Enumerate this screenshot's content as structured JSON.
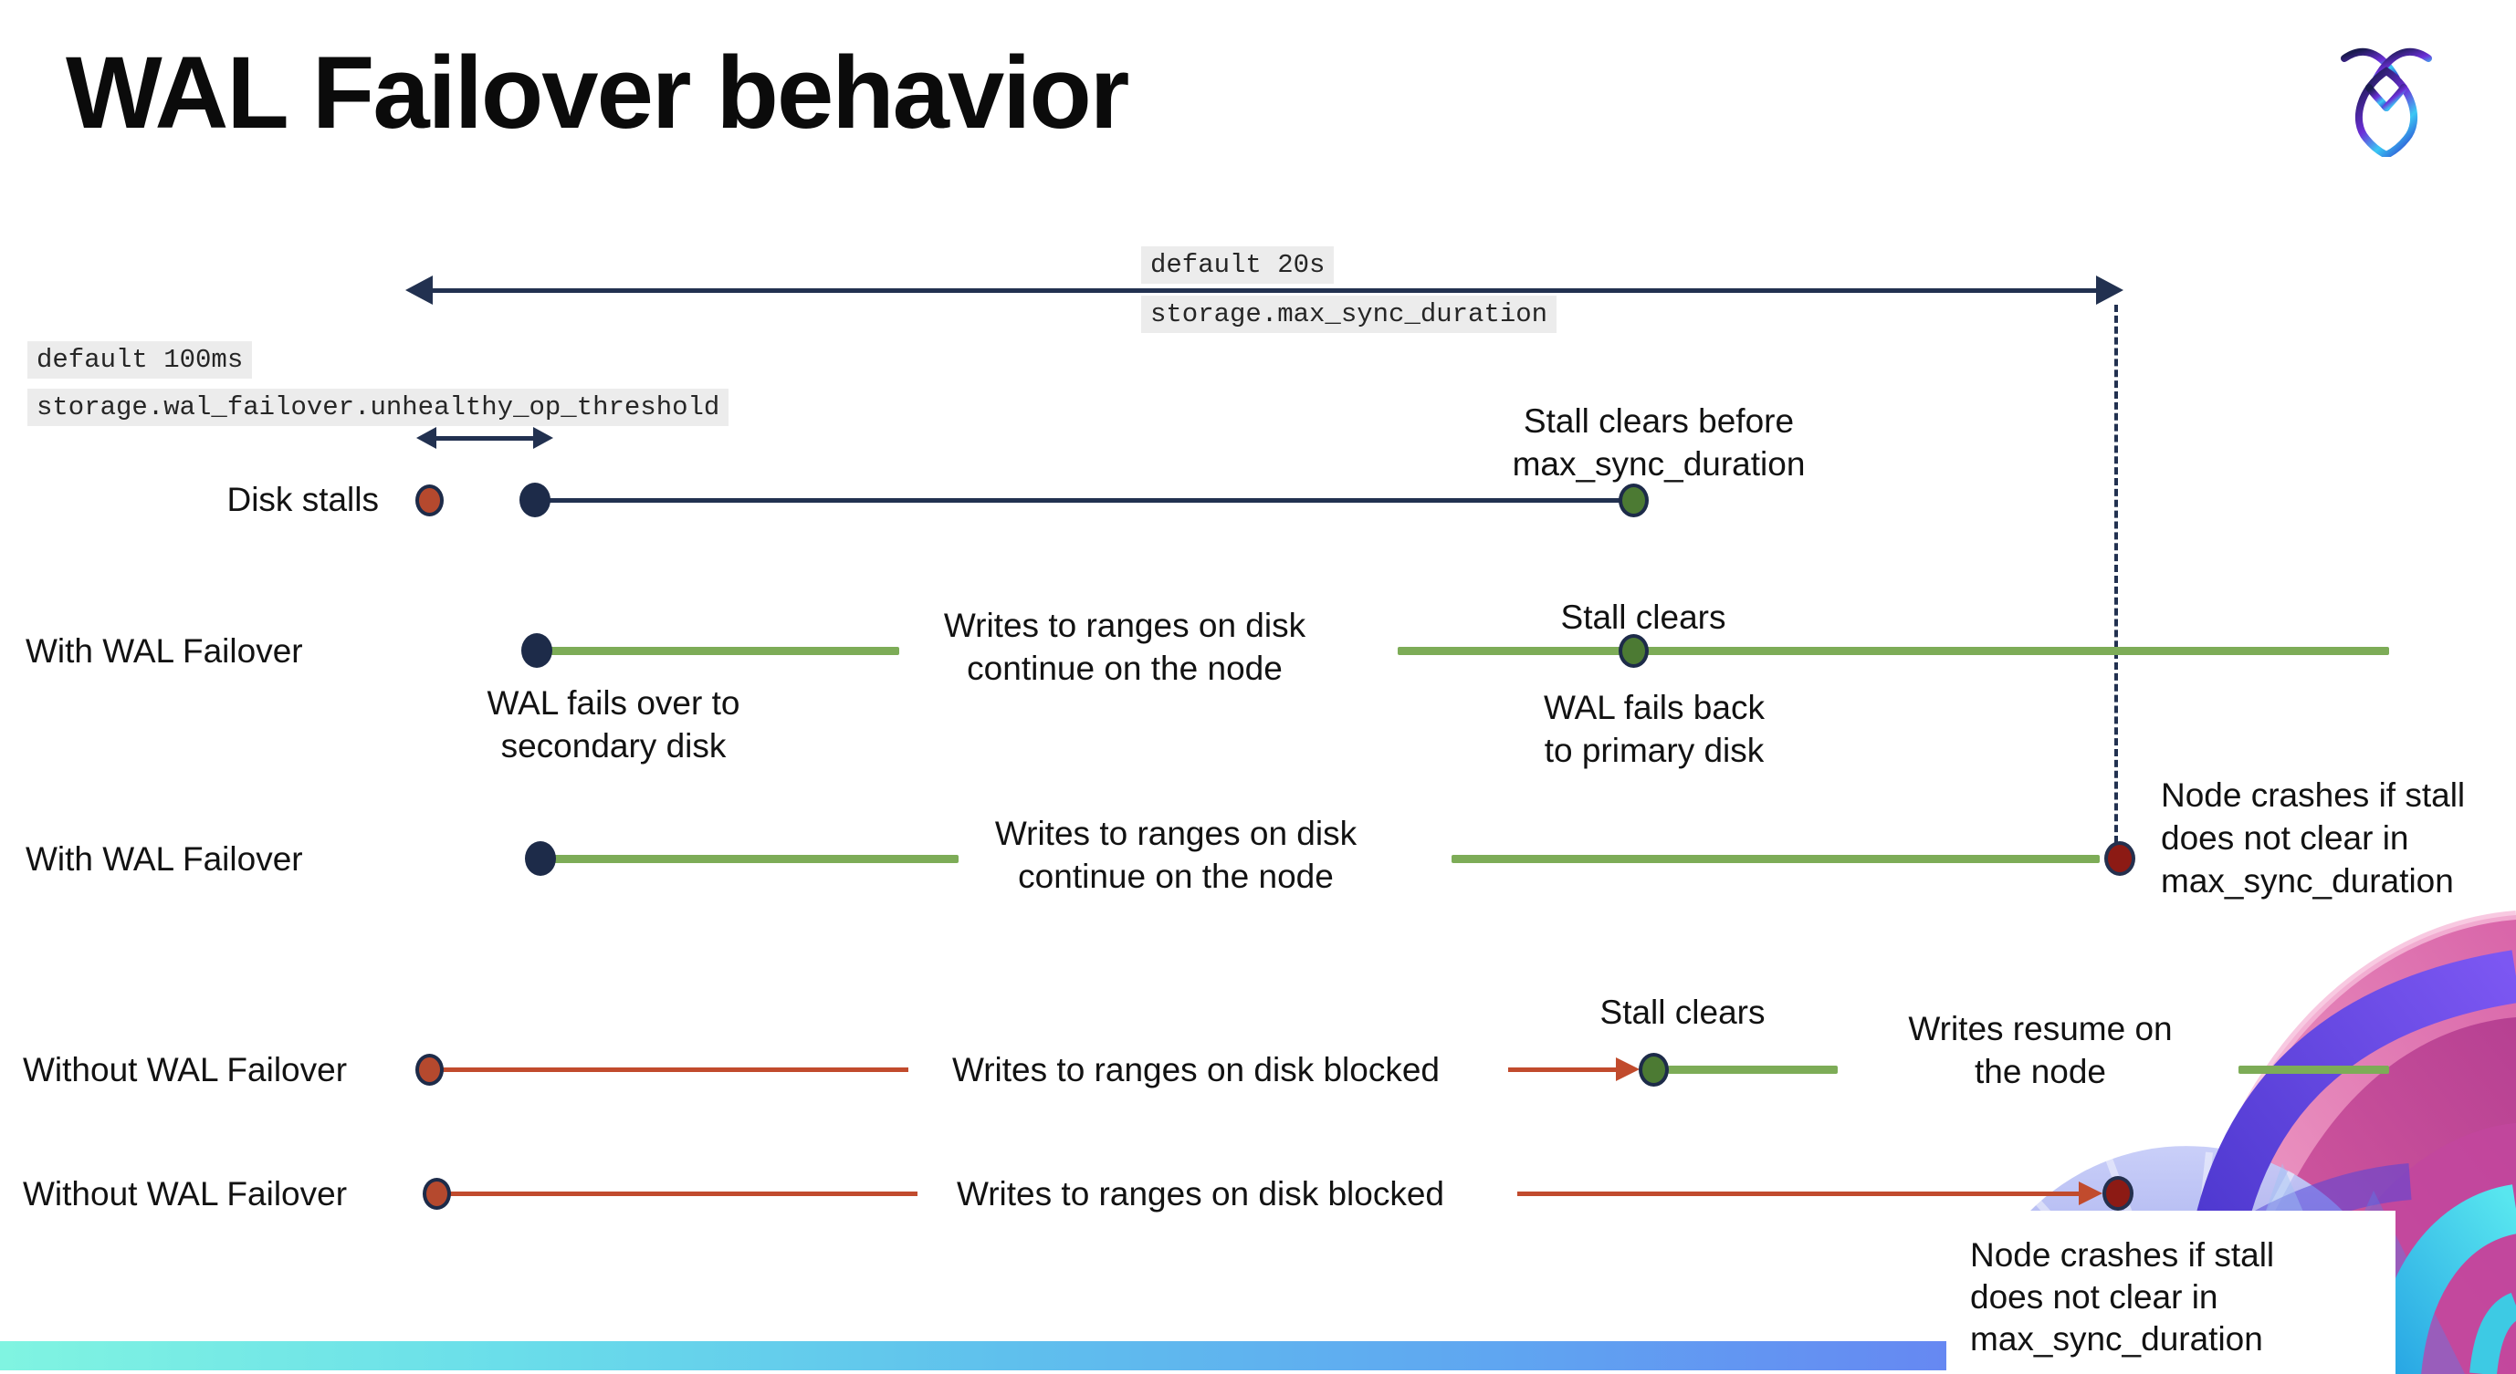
{
  "slide": {
    "title": "WAL Failover behavior"
  },
  "params": {
    "max_sync": {
      "default": "default 20s",
      "setting": "storage.max_sync_duration"
    },
    "unhealthy": {
      "default": "default 100ms",
      "setting": "storage.wal_failover.unhealthy_op_threshold"
    }
  },
  "row_labels": {
    "disk_stalls": "Disk stalls",
    "with_wal": "With WAL Failover",
    "without_wal": "Without WAL Failover"
  },
  "annotations": {
    "stall_clears_before_1": "Stall clears before",
    "stall_clears_before_2": "max_sync_duration",
    "stall_clears": "Stall clears",
    "writes_continue_1": "Writes to ranges on disk",
    "writes_continue_2": "continue on the node",
    "wal_fails_over_1": "WAL fails over to",
    "wal_fails_over_2": "secondary disk",
    "wal_fails_back_1": "WAL fails  back",
    "wal_fails_back_2": "to primary disk",
    "writes_blocked": "Writes to ranges on disk  blocked",
    "writes_resume_1": "Writes resume on",
    "writes_resume_2": "the node",
    "node_crashes_1": "Node crashes if stall",
    "node_crashes_2": "does not clear in",
    "node_crashes_3": "max_sync_duration"
  },
  "colors": {
    "navy": "#223150",
    "green_line": "#7dac57",
    "green_dot": "#4c7a33",
    "red_line": "#c14b2d",
    "red_dot": "#b5492e",
    "dark_red_dot": "#8c1a14",
    "code_bg": "#ececec",
    "bar_gradient_left": "#80f4e1",
    "bar_gradient_right": "#745eec"
  }
}
